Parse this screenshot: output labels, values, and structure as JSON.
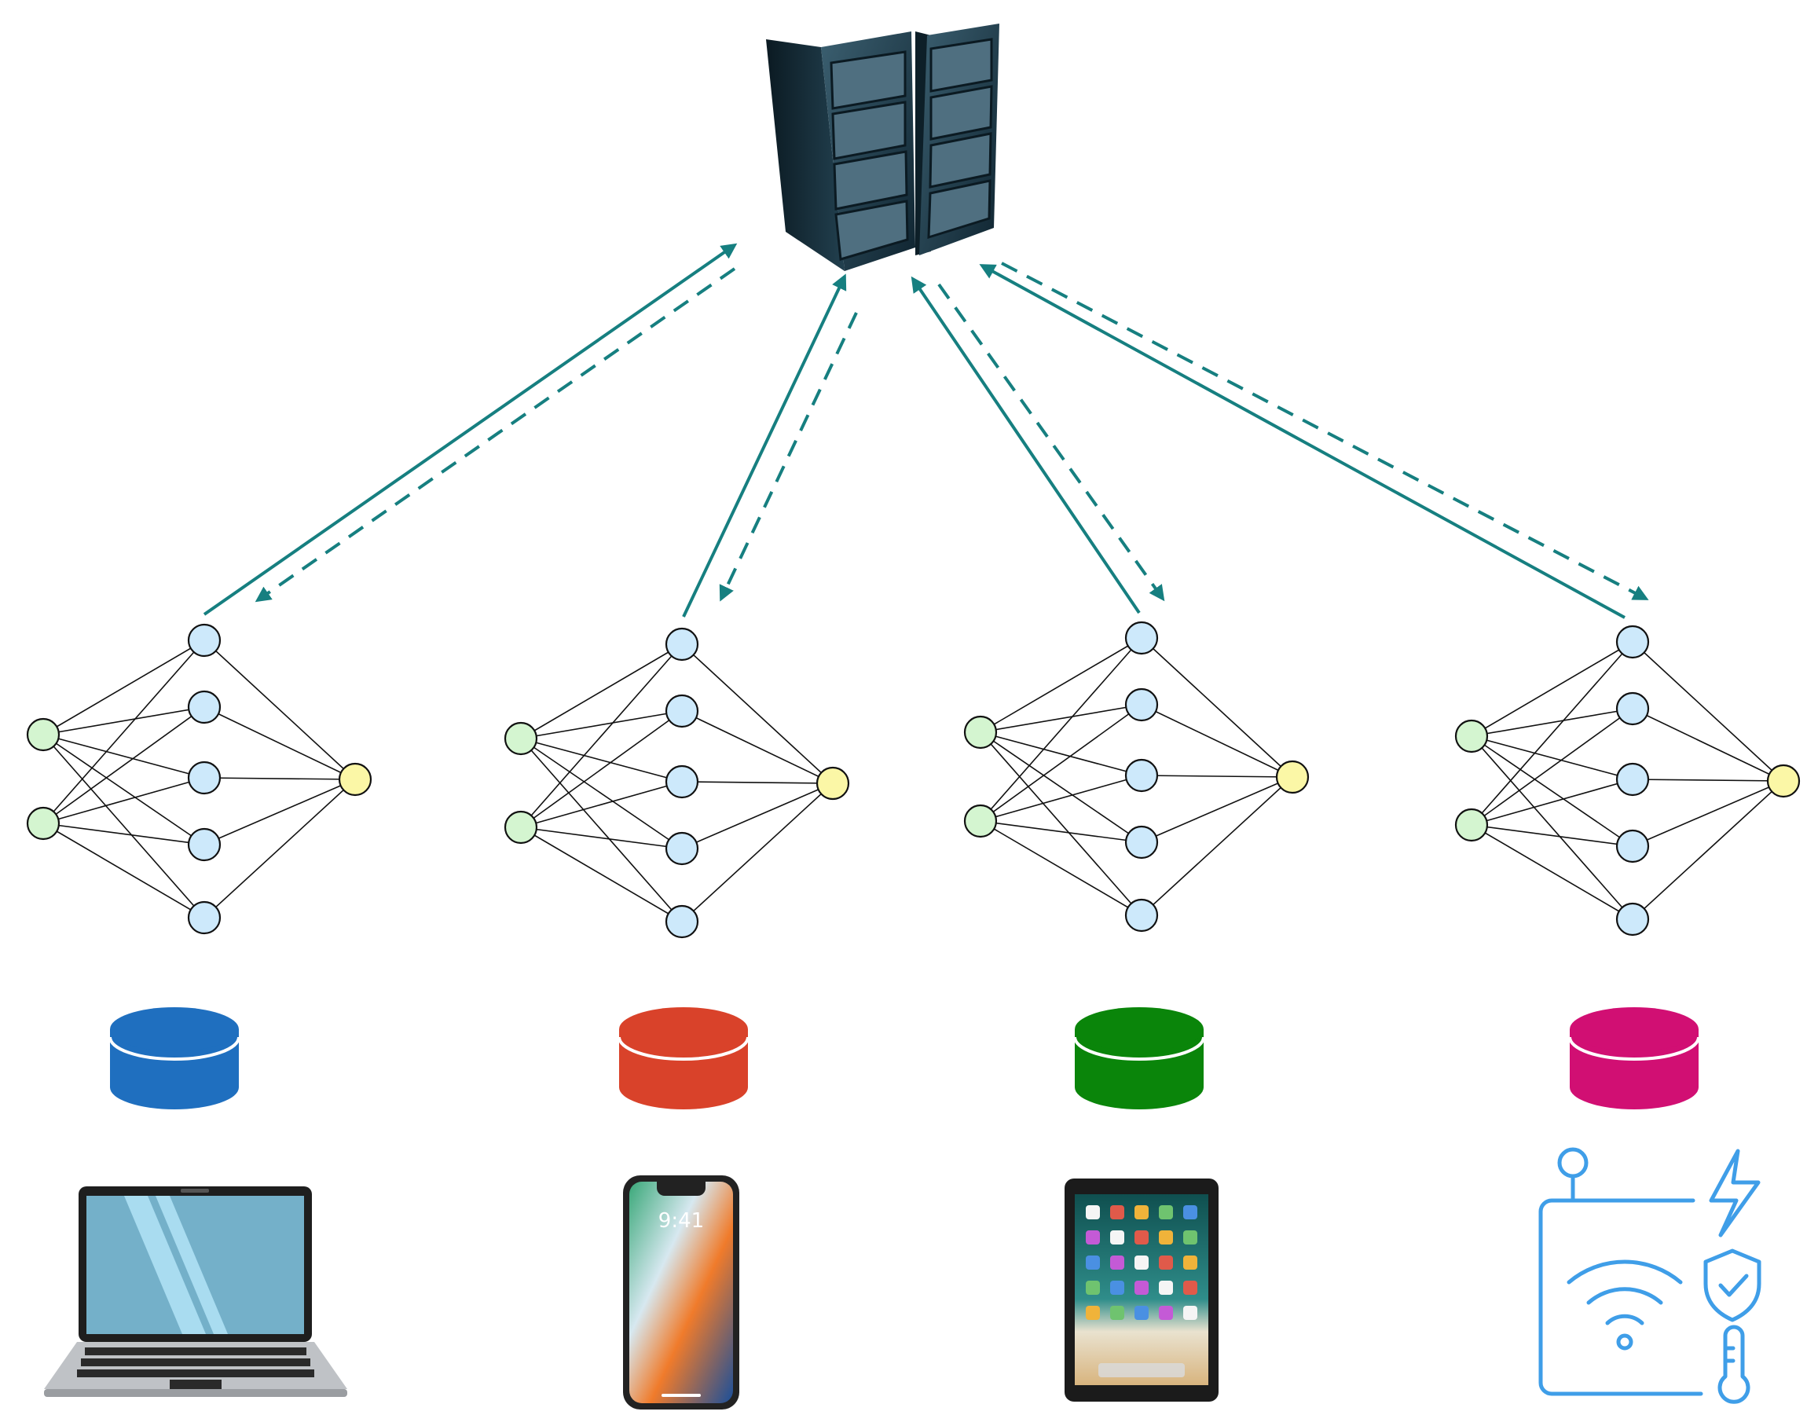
{
  "colors": {
    "link": "#167f80",
    "input_node": "#d4f5d0",
    "hidden_node": "#cde9fb",
    "output_node": "#fbf7a6",
    "server_body": "#1c3340",
    "iot_outline": "#3f9ee8"
  },
  "server": {
    "icon": "server-rack-icon"
  },
  "clients": [
    {
      "name": "laptop",
      "icon": "laptop-icon",
      "database_color": "#1f6fbf"
    },
    {
      "name": "phone",
      "icon": "smartphone-icon",
      "database_color": "#d9422a",
      "screen_time": "9:41"
    },
    {
      "name": "tablet",
      "icon": "tablet-icon",
      "database_color": "#0a850a"
    },
    {
      "name": "iot",
      "icon": "iot-device-icon",
      "database_color": "#d10f73"
    }
  ],
  "network": {
    "inputs": 2,
    "hidden": 5,
    "outputs": 1
  }
}
